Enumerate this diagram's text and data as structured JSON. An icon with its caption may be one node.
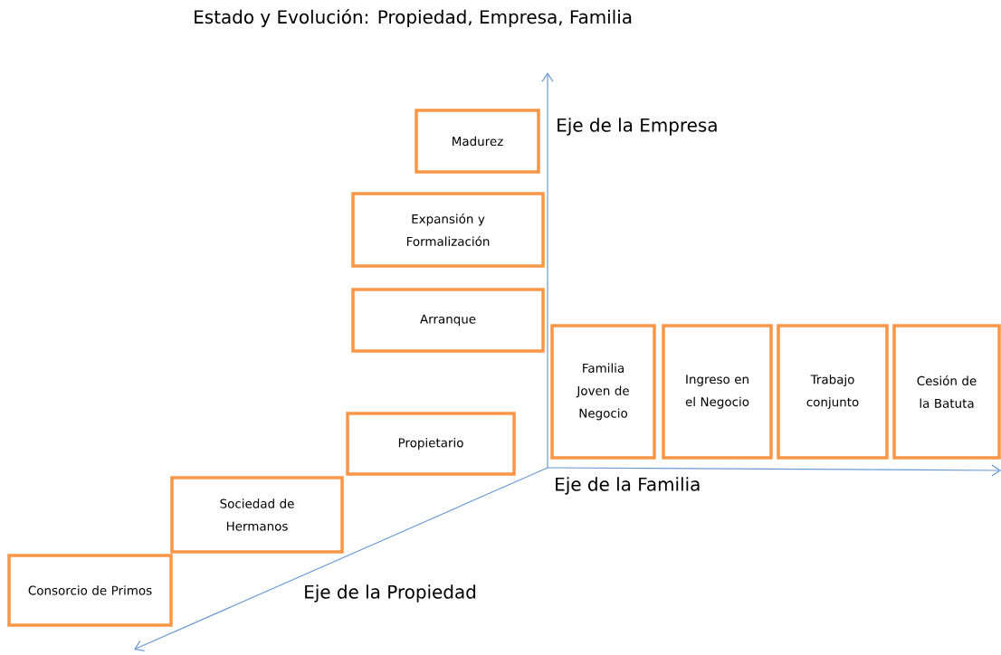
{
  "diagram": {
    "title": "Estado y Evolución: Propiedad, Empresa, Familia",
    "nodes": [
      {
        "text": [
          "Madurez"
        ]
      },
      {
        "text": [
          "Expansión y Formalización"
        ]
      },
      {
        "text": [
          "Arranque"
        ]
      },
      {
        "text": [
          "Propietario"
        ]
      },
      {
        "text": [
          "Sociedad de Hermanos"
        ]
      },
      {
        "text": [
          "Consorcio de Primos"
        ]
      },
      {
        "text": [
          "Familia Joven de Negocio"
        ]
      },
      {
        "text": [
          "Ingreso en el Negocio"
        ]
      },
      {
        "text": [
          "Trabajo conjunto"
        ]
      },
      {
        "text": [
          "Cesión de la Batuta"
        ]
      }
    ],
    "labels": [
      "Eje de la Empresa",
      "Eje de la Familia",
      "Eje de la Propiedad"
    ]
  }
}
